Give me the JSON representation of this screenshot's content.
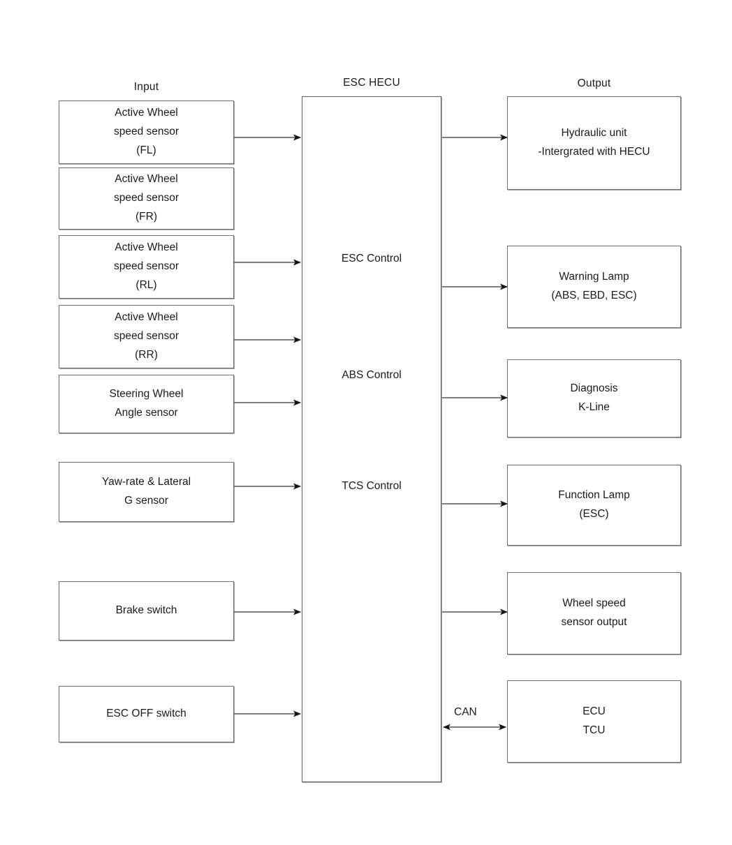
{
  "diagram": {
    "title_input": "Input",
    "title_hecu": "ESC HECU",
    "title_output": "Output",
    "edge_label_can": "CAN",
    "stroke_color": "#6f6f6f",
    "text_color": "#1a1a1a",
    "background": "#ffffff"
  },
  "inputs": [
    {
      "id": "wheel-speed-fl",
      "lines": [
        "Active Wheel",
        "speed sensor",
        "(FL)"
      ]
    },
    {
      "id": "wheel-speed-fr",
      "lines": [
        "Active Wheel",
        "speed sensor",
        "(FR)"
      ]
    },
    {
      "id": "wheel-speed-rl",
      "lines": [
        "Active Wheel",
        "speed sensor",
        "(RL)"
      ]
    },
    {
      "id": "wheel-speed-rr",
      "lines": [
        "Active Wheel",
        "speed sensor",
        "(RR)"
      ]
    },
    {
      "id": "steering-angle-sensor",
      "lines": [
        "Steering Wheel",
        "Angle sensor"
      ]
    },
    {
      "id": "yaw-rate-lateral-g-sensor",
      "lines": [
        "Yaw-rate & Lateral",
        "G sensor"
      ]
    },
    {
      "id": "brake-switch",
      "lines": [
        "Brake switch"
      ]
    },
    {
      "id": "esc-off-switch",
      "lines": [
        "ESC OFF switch"
      ]
    }
  ],
  "hecu_functions": [
    {
      "id": "esc-control",
      "label": "ESC Control"
    },
    {
      "id": "abs-control",
      "label": "ABS Control"
    },
    {
      "id": "tcs-control",
      "label": "TCS Control"
    }
  ],
  "outputs": [
    {
      "id": "hydraulic-unit",
      "lines": [
        "Hydraulic unit",
        "-Intergrated with HECU"
      ]
    },
    {
      "id": "warning-lamp",
      "lines": [
        "Warning Lamp",
        "(ABS, EBD, ESC)"
      ]
    },
    {
      "id": "diagnosis-k-line",
      "lines": [
        "Diagnosis",
        "K-Line"
      ]
    },
    {
      "id": "function-lamp",
      "lines": [
        "Function Lamp",
        "(ESC)"
      ]
    },
    {
      "id": "wheel-speed-sensor-output",
      "lines": [
        "Wheel speed",
        "sensor output"
      ]
    },
    {
      "id": "ecu-tcu",
      "lines": [
        "ECU",
        "TCU"
      ]
    }
  ]
}
